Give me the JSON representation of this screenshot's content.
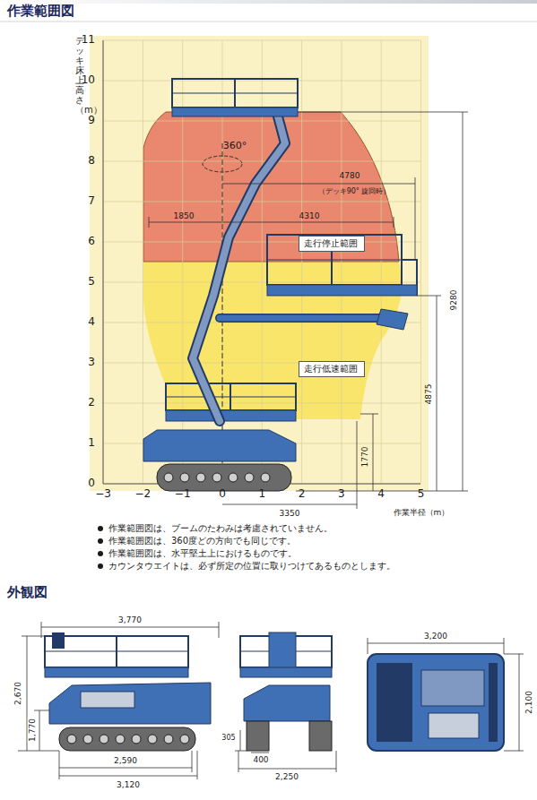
{
  "diagram": {
    "title": "作業範囲図",
    "nodes": [
      {
        "text": [
          "走行停止範囲"
        ]
      },
      {
        "text": [
          "走行低速範囲"
        ]
      }
    ],
    "labels": [
      "11",
      "10",
      "9",
      "8",
      "7",
      "6",
      "5",
      "4",
      "3",
      "2",
      "1",
      "0",
      "−3",
      "−2",
      "−1",
      "0",
      "1",
      "2",
      "3",
      "4",
      "5",
      "デッキ床上高さ（m）",
      "作業半径（m）",
      "360°",
      "4780",
      "（デッキ90° 旋回時）",
      "1850",
      "4310",
      "9280",
      "4875",
      "1770",
      "3350",
      "作業範囲図は、ブームのたわみは考慮されていません。",
      "作業範囲図は、360度どの方向でも同じです。",
      "作業範囲図は、水平堅土上におけるものです。",
      "カウンタウエイトは、必ず所定の位置に取りつけてあるものとします。",
      "外観図",
      "3,770",
      "2,670",
      "1,770",
      "2,590",
      "3,120",
      "305",
      "400",
      "2,250",
      "3,200",
      "2,100"
    ]
  }
}
